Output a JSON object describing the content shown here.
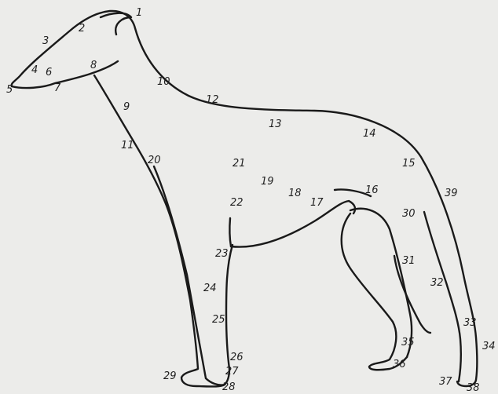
{
  "diagram": {
    "background_color": "#ececea",
    "line_color": "#1a1a1a",
    "point_labels": [
      "1",
      "2",
      "3",
      "4",
      "5",
      "6",
      "7",
      "8",
      "9",
      "10",
      "11",
      "12",
      "13",
      "14",
      "15",
      "16",
      "17",
      "18",
      "19",
      "20",
      "21",
      "22",
      "23",
      "24",
      "25",
      "26",
      "27",
      "28",
      "29",
      "30",
      "31",
      "32",
      "33",
      "34",
      "35",
      "36",
      "37",
      "38",
      "39"
    ]
  }
}
